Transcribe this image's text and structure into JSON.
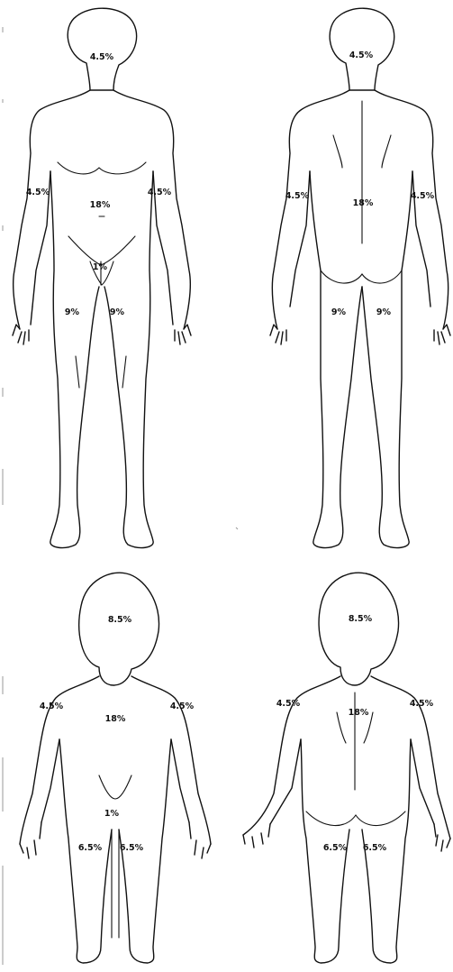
{
  "figures": [
    {
      "view": "adult-front",
      "labels": {
        "head": "4.5%",
        "arm_right": "4.5%",
        "arm_left": "4.5%",
        "trunk": "18%",
        "genitals": "1%",
        "leg_right": "9%",
        "leg_left": "9%"
      }
    },
    {
      "view": "adult-back",
      "labels": {
        "head": "4.5%",
        "arm_left": "4.5%",
        "arm_right": "4.5%",
        "trunk": "18%",
        "leg_left": "9%",
        "leg_right": "9%"
      }
    },
    {
      "view": "child-front",
      "labels": {
        "head": "8.5%",
        "arm_right": "4.5%",
        "arm_left": "4.5%",
        "trunk": "18%",
        "genitals": "1%",
        "leg_right": "6.5%",
        "leg_left": "6.5%"
      }
    },
    {
      "view": "child-back",
      "labels": {
        "head": "8.5%",
        "arm_left": "4.5%",
        "arm_right": "4.5%",
        "trunk": "18%",
        "leg_left": "6.5%",
        "leg_right": "6.5%"
      }
    }
  ]
}
